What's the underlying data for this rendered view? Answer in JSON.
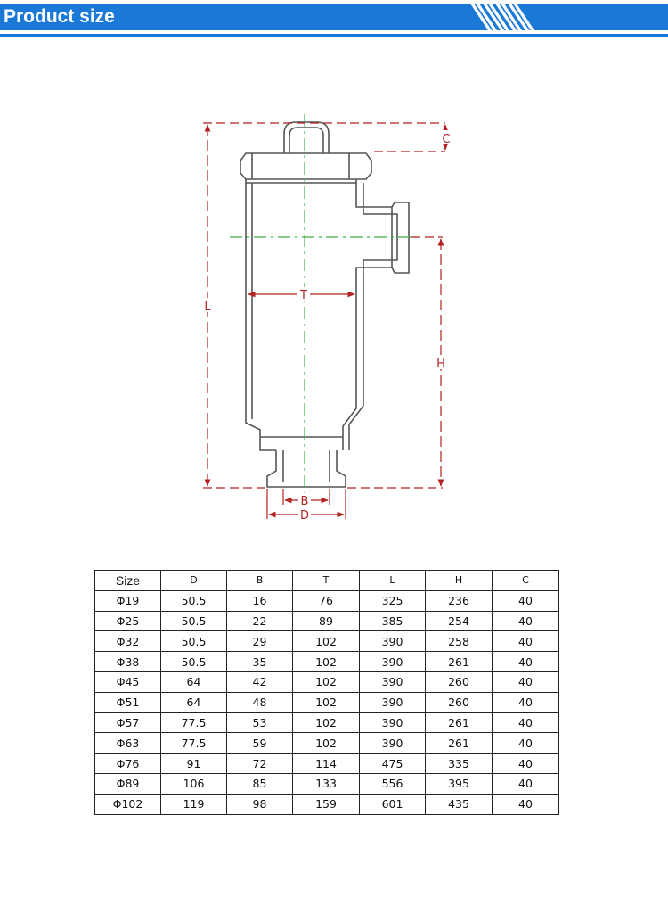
{
  "header": {
    "title": "Product size",
    "color": "#1a79d6"
  },
  "diagram": {
    "labels": {
      "c": "C",
      "l": "L",
      "t": "T",
      "h": "H",
      "b": "B",
      "d": "D"
    },
    "colors": {
      "outline": "#555555",
      "dimension": "#b22222",
      "centerline": "#3cb043"
    }
  },
  "table": {
    "columns": [
      "Size",
      "D",
      "B",
      "T",
      "L",
      "H",
      "C"
    ],
    "rows": [
      [
        "Φ19",
        "50.5",
        "16",
        "76",
        "325",
        "236",
        "40"
      ],
      [
        "Φ25",
        "50.5",
        "22",
        "89",
        "385",
        "254",
        "40"
      ],
      [
        "Φ32",
        "50.5",
        "29",
        "102",
        "390",
        "258",
        "40"
      ],
      [
        "Φ38",
        "50.5",
        "35",
        "102",
        "390",
        "261",
        "40"
      ],
      [
        "Φ45",
        "64",
        "42",
        "102",
        "390",
        "260",
        "40"
      ],
      [
        "Φ51",
        "64",
        "48",
        "102",
        "390",
        "260",
        "40"
      ],
      [
        "Φ57",
        "77.5",
        "53",
        "102",
        "390",
        "261",
        "40"
      ],
      [
        "Φ63",
        "77.5",
        "59",
        "102",
        "390",
        "261",
        "40"
      ],
      [
        "Φ76",
        "91",
        "72",
        "114",
        "475",
        "335",
        "40"
      ],
      [
        "Φ89",
        "106",
        "85",
        "133",
        "556",
        "395",
        "40"
      ],
      [
        "Φ102",
        "119",
        "98",
        "159",
        "601",
        "435",
        "40"
      ]
    ]
  }
}
